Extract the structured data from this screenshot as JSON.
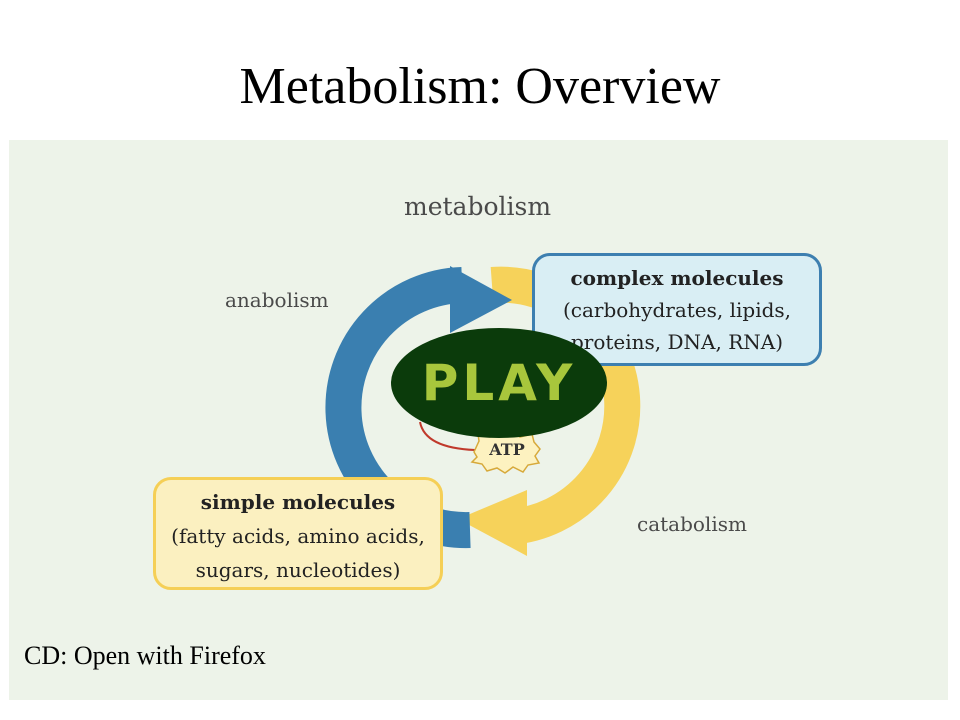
{
  "slide": {
    "title": "Metabolism: Overview",
    "footer_note": "CD: Open with Firefox"
  },
  "diagram": {
    "center_label": "metabolism",
    "anabolism_label": "anabolism",
    "catabolism_label": "catabolism",
    "complex_box": {
      "title": "complex molecules",
      "line1": "(carbohydrates, lipids,",
      "line2": "proteins, DNA, RNA)"
    },
    "simple_box": {
      "title": "simple molecules",
      "line1": "(fatty acids, amino acids,",
      "line2": "sugars, nucleotides)"
    },
    "energy_label": "ATP",
    "play_button_label": "PLAY",
    "colors": {
      "anabolism_arrow": "#3a7fb0",
      "catabolism_arrow": "#f6d25a",
      "play_button": "#0b3b0b",
      "play_text": "#a8c63c",
      "panel_background": "#edf3e9"
    }
  }
}
